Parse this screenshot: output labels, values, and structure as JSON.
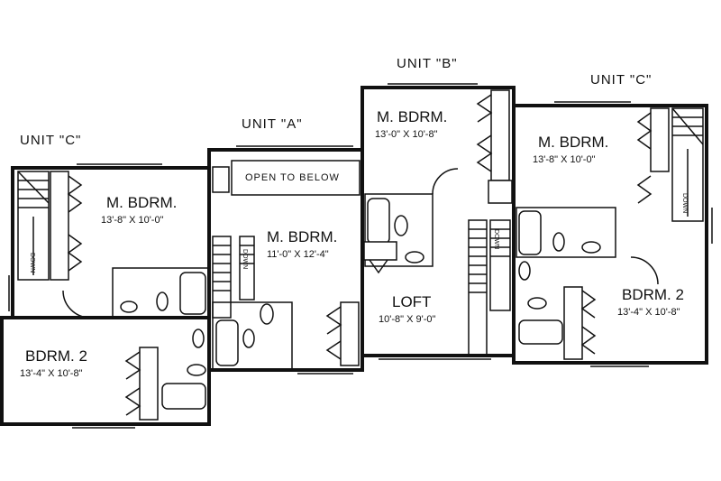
{
  "units": {
    "c_left": "UNIT \"C\"",
    "a": "UNIT \"A\"",
    "b": "UNIT \"B\"",
    "c_right": "UNIT \"C\""
  },
  "rooms": {
    "c_left_master": {
      "name": "M. BDRM.",
      "dims": "13'-8\" X 10'-0\""
    },
    "c_left_bdrm2": {
      "name": "BDRM. 2",
      "dims": "13'-4\" X 10'-8\""
    },
    "a_master": {
      "name": "M. BDRM.",
      "dims": "11'-0\" X 12'-4\""
    },
    "b_master": {
      "name": "M. BDRM.",
      "dims": "13'-0\" X 10'-8\""
    },
    "b_loft": {
      "name": "LOFT",
      "dims": "10'-8\" X 9'-0\""
    },
    "c_right_master": {
      "name": "M. BDRM.",
      "dims": "13'-8\" X 10'-0\""
    },
    "c_right_bdrm2": {
      "name": "BDRM. 2",
      "dims": "13'-4\" X 10'-8\""
    }
  },
  "labels": {
    "open_to_below": "OPEN TO BELOW",
    "stair_down": "DOWN"
  }
}
